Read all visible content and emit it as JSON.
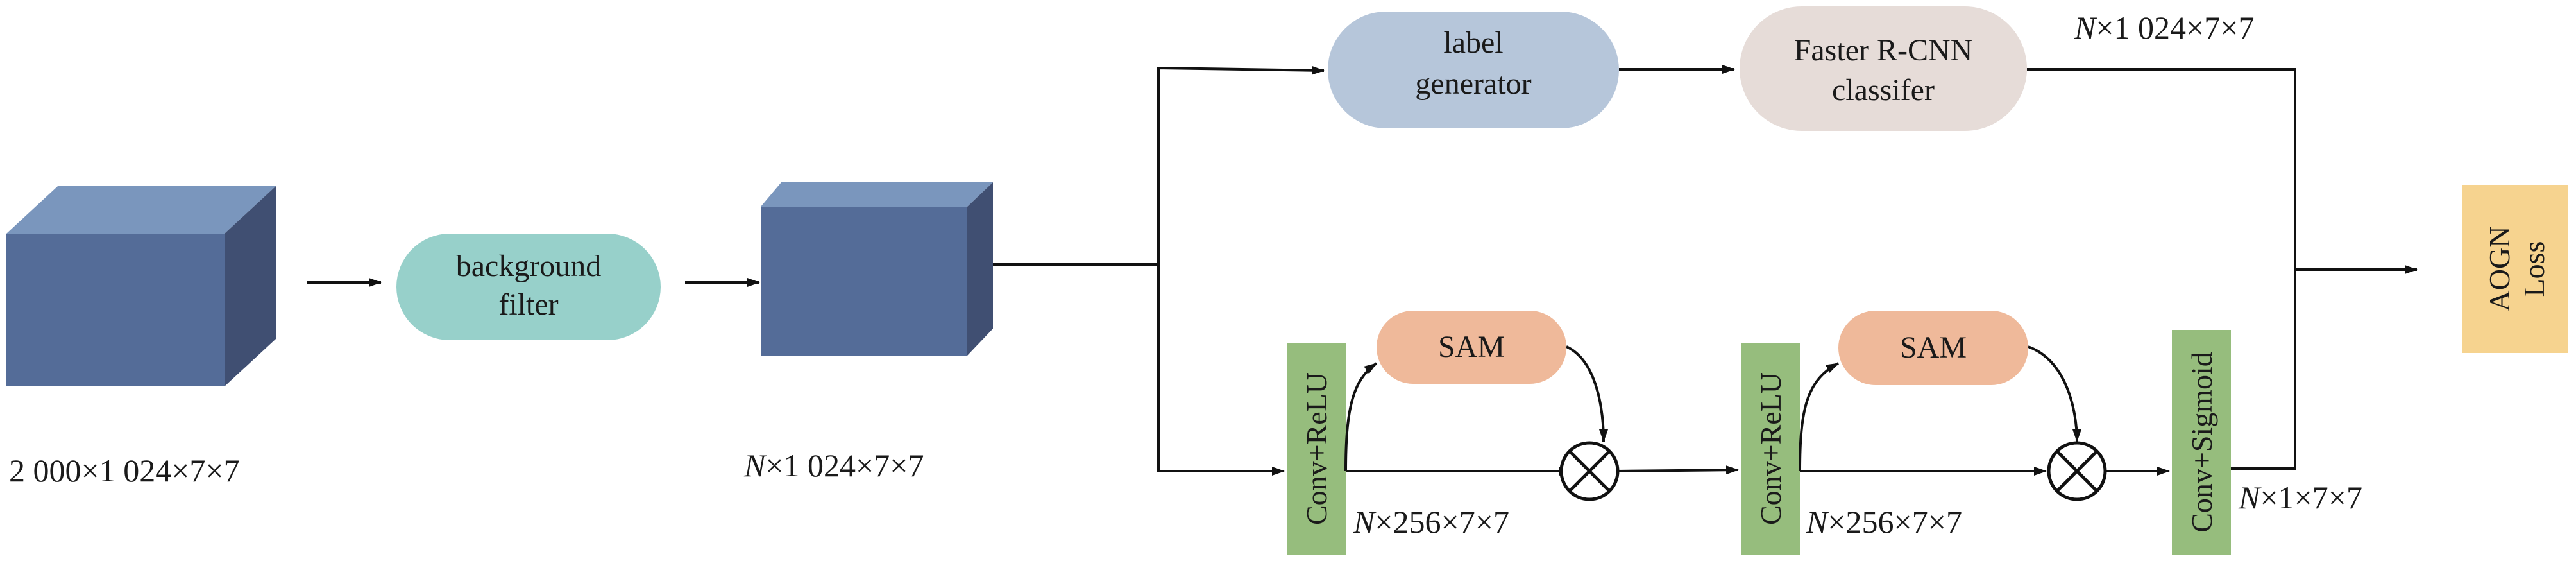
{
  "colors": {
    "cube_front": "#546c98",
    "cube_top": "#7a96bd",
    "cube_side": "#404f72",
    "background_filter": "#97d0ca",
    "label_generator": "#b6c6da",
    "faster_rcnn": "#e6dcd8",
    "sam": "#efb99a",
    "conv": "#96bd7d",
    "aogn": "#f6d38f",
    "line": "#111111"
  },
  "nodes": {
    "background_filter": {
      "line1": "background",
      "line2": "filter"
    },
    "label_generator": {
      "line1": "label",
      "line2": "generator"
    },
    "faster_rcnn": {
      "line1": "Faster R-CNN",
      "line2": "classifer"
    },
    "sam_1": "SAM",
    "sam_2": "SAM",
    "conv_relu_1": "Conv+ReLU",
    "conv_relu_2": "Conv+ReLU",
    "conv_sigmoid": "Conv+Sigmoid",
    "aogn_loss": {
      "line1": "AOGN",
      "line2": "Loss"
    }
  },
  "dims": {
    "input": "2 000×1 024×7×7",
    "filtered": {
      "var": "N",
      "rest": "×1 024×7×7"
    },
    "classifier_out": {
      "var": "N",
      "rest": "×1 024×7×7"
    },
    "conv1_out": {
      "var": "N",
      "rest": "×256×7×7"
    },
    "conv2_out": {
      "var": "N",
      "rest": "×256×7×7"
    },
    "mask_out": {
      "var": "N",
      "rest": "×1×7×7"
    }
  }
}
